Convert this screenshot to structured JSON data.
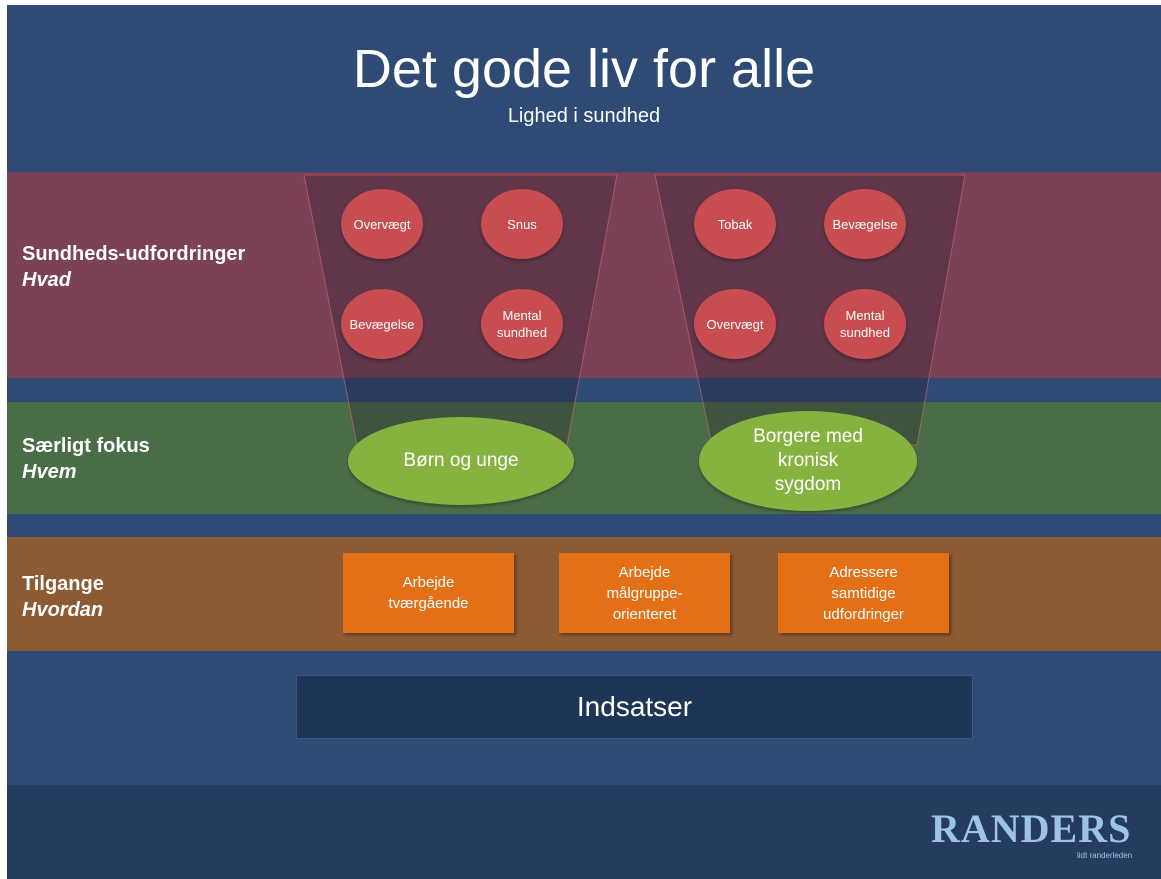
{
  "header": {
    "title": "Det gode liv for alle",
    "subtitle": "Lighed  i sundhed"
  },
  "rows": [
    {
      "label": "Sundheds-udfordringer",
      "sublabel": "Hvad"
    },
    {
      "label": "Særligt fokus",
      "sublabel": "Hvem"
    },
    {
      "label": "Tilgange",
      "sublabel": "Hvordan"
    }
  ],
  "challenges_left": [
    "Overvægt",
    "Snus",
    "Bevægelse",
    "Mental sundhed"
  ],
  "challenges_right": [
    "Tobak",
    "Bevægelse",
    "Overvægt",
    "Mental sundhed"
  ],
  "focus": [
    "Børn og unge",
    "Borgere med kronisk sygdom"
  ],
  "approaches": [
    "Arbejde tværgående",
    "Arbejde målgruppe-orienteret",
    "Adressere samtidige udfordringer"
  ],
  "bottom": {
    "label": "Indsatser"
  },
  "logo": {
    "text": "RANDERS",
    "tagline": "lidt randerleden"
  },
  "colors": {
    "background": "#2f4a75",
    "challenge_band": "#7b4157",
    "focus_band": "#4a6d47",
    "approach_band": "#8c5a33",
    "circle": "#c74d50",
    "ellipse": "#86b340",
    "box": "#e36f17"
  }
}
